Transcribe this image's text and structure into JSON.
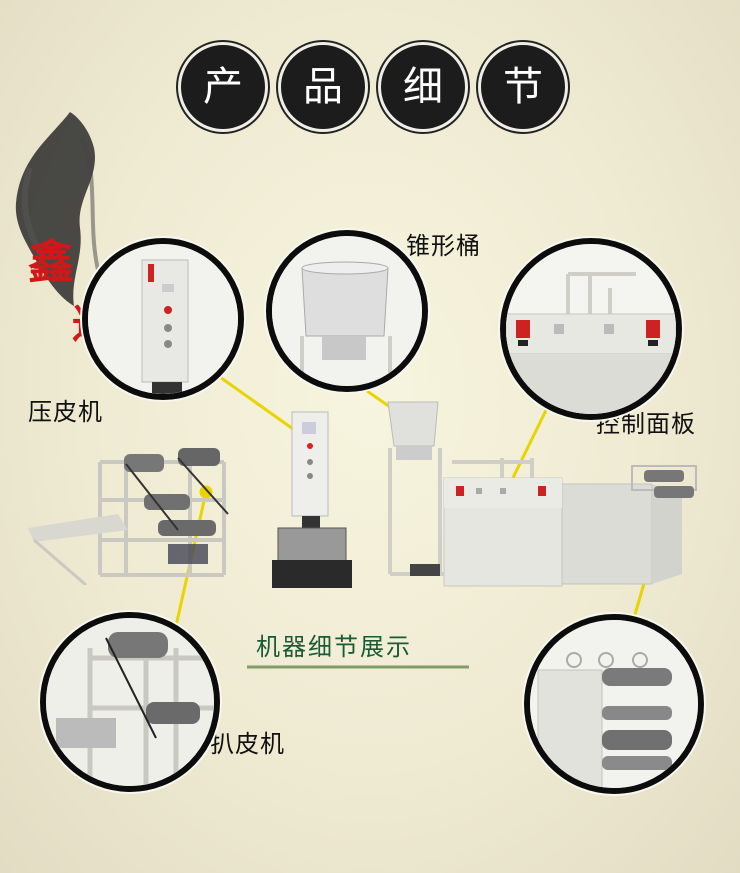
{
  "header": {
    "chars": [
      "产",
      "品",
      "细",
      "节"
    ]
  },
  "brand": {
    "char1": "鑫",
    "char2": "达"
  },
  "labels": {
    "press_machine": "压皮机",
    "cone_barrel": "锥形桶",
    "control_panel": "控制面板",
    "peel_machine": "扒皮机",
    "showcase": "机器细节展示"
  },
  "colors": {
    "leader": "#e8d400",
    "title_circle": "#1c1c1c",
    "brand_red": "#d01818",
    "showcase_green": "#1a5a35"
  }
}
